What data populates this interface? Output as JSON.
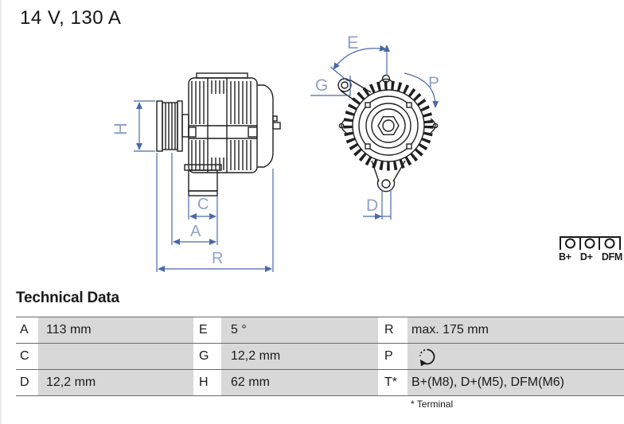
{
  "title": "14 V, 130 A",
  "heading": "Technical Data",
  "table": {
    "rows": [
      {
        "c1k": "A",
        "c1v": "113 mm",
        "c2k": "E",
        "c2v": "5 °",
        "c3k": "R",
        "c3v": "max. 175 mm"
      },
      {
        "c1k": "C",
        "c1v": "",
        "c2k": "G",
        "c2v": "12,2 mm",
        "c3k": "P",
        "c3v": ""
      },
      {
        "c1k": "D",
        "c1v": "12,2 mm",
        "c2k": "H",
        "c2v": "62 mm",
        "c3k": "T*",
        "c3v": "B+(M8), D+(M5), DFM(M6)"
      }
    ],
    "footnote": "* Terminal"
  },
  "terminal_block": {
    "labels": [
      "B+",
      "D+",
      "DFM"
    ]
  },
  "drawing": {
    "side_view": {
      "labels": {
        "h": "H",
        "c": "C",
        "a": "A",
        "r": "R"
      }
    },
    "front_view": {
      "labels": {
        "e": "E",
        "g": "G",
        "p": "P",
        "d": "D"
      }
    },
    "rotation_icon": "clockwise-rotation"
  },
  "colors": {
    "dimension_line": "#4a6aa8",
    "dimension_label": "#8fa2c7",
    "drawing_line": "#1f1f1f",
    "table_value_bg": "#d8d8d8",
    "table_rule": "#6a6a6a"
  }
}
